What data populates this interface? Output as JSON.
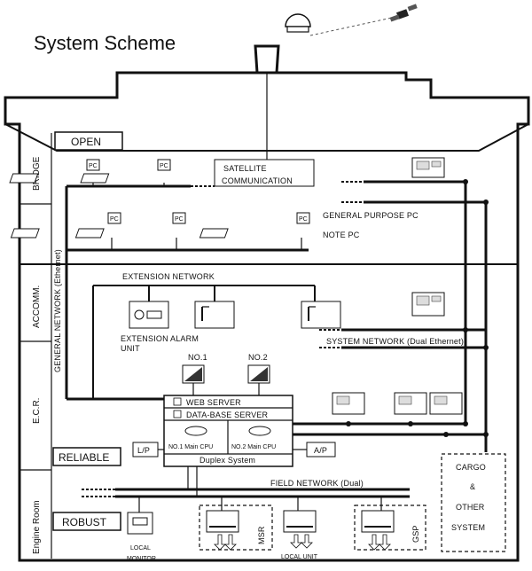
{
  "title": "System Scheme",
  "zones": {
    "bridge": "BRIDGE",
    "accomm": "ACCOMM.",
    "ecr": "E.C.R.",
    "engine": "Engine Room"
  },
  "tags": {
    "open": "OPEN",
    "reliable": "RELIABLE",
    "robust": "ROBUST"
  },
  "labels": {
    "pc": "PC",
    "satellite_1": "SATELLITE",
    "satellite_2": "COMMUNICATION",
    "general_purpose_pc": "GENERAL PURPOSE PC",
    "note_pc": "NOTE PC",
    "general_network": "GENERAL NETWORK (Ethernet)",
    "extension_network": "EXTENSION NETWORK",
    "extension_alarm_1": "EXTENSION ALARM",
    "extension_alarm_2": "UNIT",
    "system_network": "SYSTEM NETWORK (Dual Ethernet)",
    "no1": "NO.1",
    "no2": "NO.2",
    "web_server": "WEB SERVER",
    "db_server": "DATA-BASE SERVER",
    "cpu1": "NO.1 Main CPU",
    "cpu2": "NO.2 Main CPU",
    "duplex": "Duplex System",
    "lp": "L/P",
    "ap": "A/P",
    "field_network": "FIELD NETWORK (Dual)",
    "local_monitor_1": "LOCAL",
    "local_monitor_2": "MONITOR",
    "local_unit": "LOCAL UNIT",
    "msr": "MSR",
    "gsp": "GSP",
    "cargo_1": "CARGO",
    "cargo_2": "&",
    "cargo_3": "OTHER",
    "cargo_4": "SYSTEM"
  }
}
